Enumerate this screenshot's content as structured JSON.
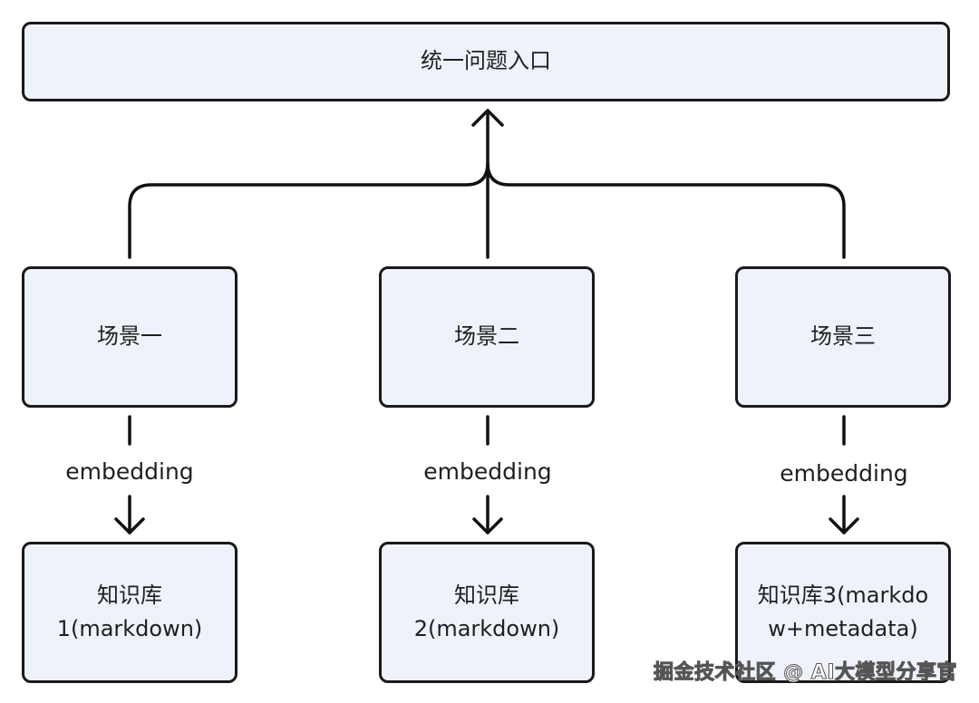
{
  "nodes": {
    "entry": "统一问题入口",
    "scenes": [
      "场景一",
      "场景二",
      "场景三"
    ],
    "knowledge_bases": [
      "知识库\n1(markdown)",
      "知识库\n2(markdown)",
      "知识库3(markdo\nw+metadata)"
    ]
  },
  "edge_labels": [
    "embedding",
    "embedding",
    "embedding"
  ],
  "watermark": "掘金技术社区 @ AI大模型分享官"
}
